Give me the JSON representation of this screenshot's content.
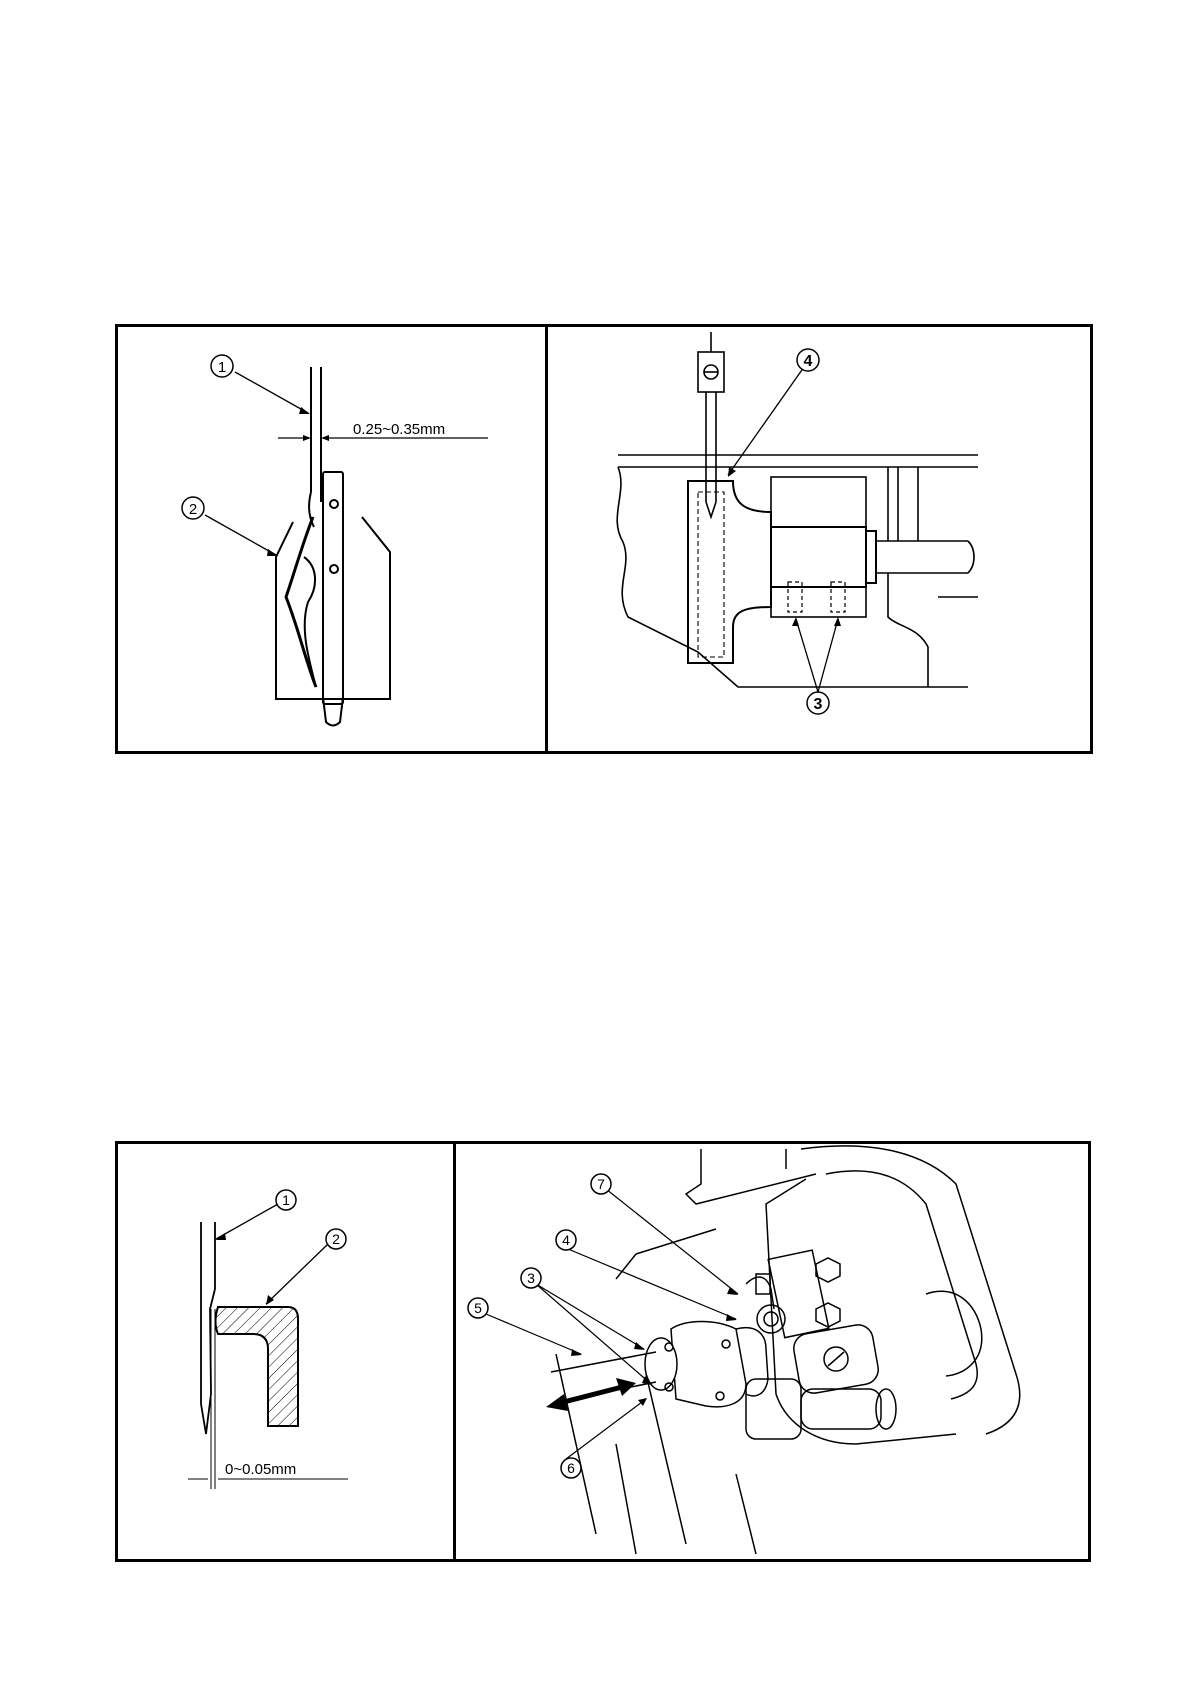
{
  "figure_top": {
    "left": {
      "callouts": [
        "1",
        "2"
      ],
      "dimension_label": "0.25~0.35mm"
    },
    "right": {
      "callouts": [
        "4",
        "3"
      ]
    }
  },
  "figure_bottom": {
    "left": {
      "callouts": [
        "1",
        "2"
      ],
      "dimension_label": "0~0.05mm"
    },
    "right": {
      "callouts": [
        "7",
        "4",
        "3",
        "5",
        "6"
      ]
    }
  }
}
